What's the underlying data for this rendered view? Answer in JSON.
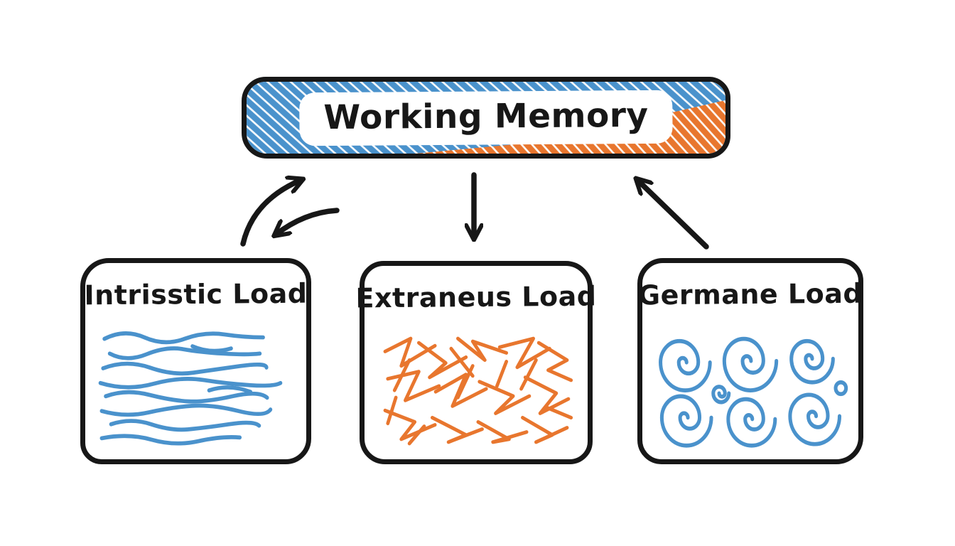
{
  "diagram": {
    "working_memory": {
      "label": "Working Memory"
    },
    "boxes": [
      {
        "id": "intrinsic",
        "label": "Intrisstic Load",
        "texture": "wavy-lines",
        "accent": "#4a92cc"
      },
      {
        "id": "extraneous",
        "label": "Extraneus Load",
        "texture": "scribble-lines",
        "accent": "#e8762e"
      },
      {
        "id": "germane",
        "label": "Germane Load",
        "texture": "spirals",
        "accent": "#4a92cc"
      }
    ],
    "arrows": [
      {
        "from": "intrinsic-box",
        "to": "working-memory",
        "direction": "up",
        "style": "curved"
      },
      {
        "from": "working-memory",
        "to": "intrinsic-box",
        "direction": "down",
        "style": "curved"
      },
      {
        "from": "working-memory",
        "to": "extraneous-box",
        "direction": "down",
        "style": "straight"
      },
      {
        "from": "germane-box",
        "to": "working-memory",
        "direction": "up",
        "style": "straight"
      }
    ],
    "colors": {
      "blue": "#4a92cc",
      "orange": "#e8762e",
      "ink": "#171717",
      "background": "#ffffff"
    }
  }
}
